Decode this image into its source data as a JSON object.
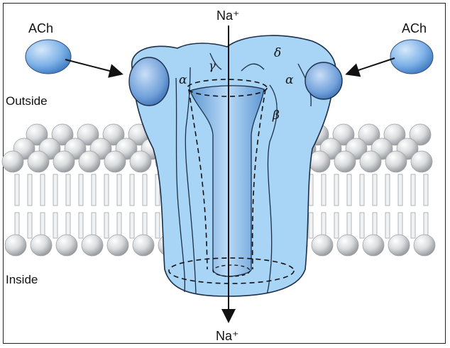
{
  "labels": {
    "ach_left": "ACh",
    "ach_right": "ACh",
    "outside": "Outside",
    "inside": "Inside",
    "na_top": "Na⁺",
    "na_bottom": "Na⁺"
  },
  "subunits": {
    "alpha_left": "α",
    "gamma": "γ",
    "delta": "δ",
    "alpha_right": "α",
    "beta": "β"
  },
  "colors": {
    "channel": "#a8d4f5",
    "channel_dark": "#6fa9dc",
    "ach": "#7fb2e8",
    "membrane": "#d6d8da",
    "membrane_dark": "#9fa3a7"
  }
}
